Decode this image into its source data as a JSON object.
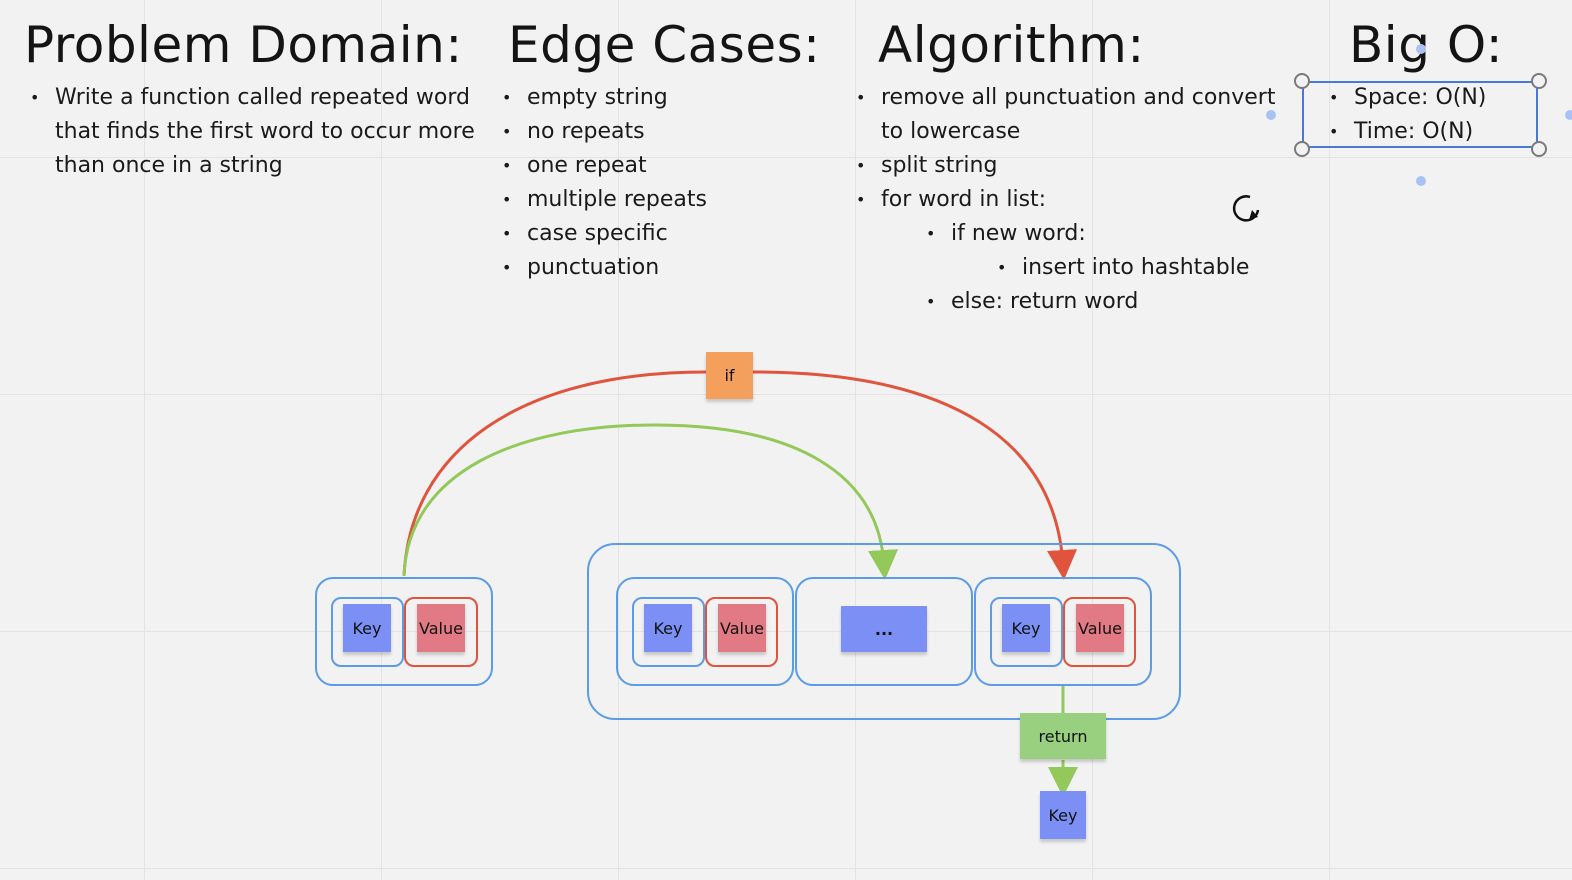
{
  "sections": {
    "problem_domain": {
      "title": "Problem Domain:",
      "bullets": [
        "Write a function called repeated word that finds the first word to occur more than once in a string"
      ]
    },
    "edge_cases": {
      "title": "Edge Cases:",
      "bullets": [
        "empty string",
        "no repeats",
        "one repeat",
        "multiple repeats",
        "case specific",
        "punctuation"
      ]
    },
    "algorithm": {
      "title": "Algorithm:",
      "bullets": [
        "remove all punctuation and convert to lowercase",
        "split string",
        "for word in list:",
        "if new word:",
        "insert into hashtable",
        "else: return word"
      ]
    },
    "big_o": {
      "title": "Big O:",
      "bullets": [
        "Space: O(N)",
        "Time: O(N)"
      ]
    }
  },
  "diagram": {
    "input_pair": {
      "key": "Key",
      "value": "Value"
    },
    "table_pair_1": {
      "key": "Key",
      "value": "Value"
    },
    "ellipsis": "...",
    "table_pair_3": {
      "key": "Key",
      "value": "Value"
    },
    "if_note": "if",
    "return_note": "return",
    "result_key": "Key"
  },
  "colors": {
    "red_arrow": "#e0533c",
    "green_arrow": "#93c85a",
    "frame_blue": "#5b9be8",
    "key_sticky": "#7b8ff4",
    "value_sticky": "#e27a86",
    "if_sticky": "#f4a05c",
    "return_sticky": "#98d07f"
  },
  "icons": [
    "rotate-icon"
  ]
}
